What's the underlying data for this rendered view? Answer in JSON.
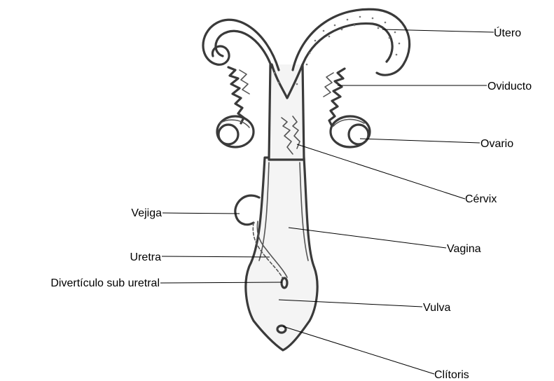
{
  "labels": {
    "utero": "Útero",
    "oviducto": "Oviducto",
    "ovario": "Ovario",
    "cervix": "Cérvix",
    "vejiga": "Vejiga",
    "vagina": "Vagina",
    "uretra": "Uretra",
    "diverticulo": "Divertículo sub uretral",
    "vulva": "Vulva",
    "clitoris": "Clítoris"
  },
  "colors": {
    "line": "#000000",
    "outline": "#3a3a3a",
    "background": "#ffffff"
  }
}
